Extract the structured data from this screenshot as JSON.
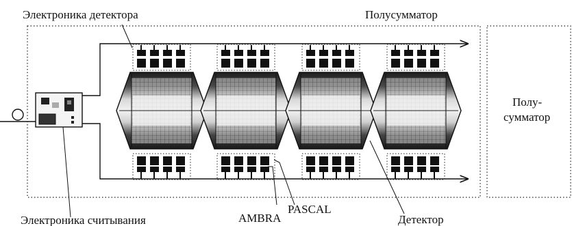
{
  "labels": {
    "detector_electronics": "Электроника детектора",
    "half_summator_top": "Полусумматор",
    "half_summator_side_line1": "Полу-",
    "half_summator_side_line2": "сумматор",
    "readout_electronics": "Электроника считывания",
    "ambra": "AMBRA",
    "pascal": "PASCAL",
    "detector": "Детектор"
  },
  "modules": {
    "count": 4,
    "chips_per_board": 4
  },
  "colors": {
    "line": "#111111",
    "chip": "#111111",
    "module_dark": "#2a2a2a",
    "module_light": "#e8e8e8",
    "background": "#ffffff"
  }
}
